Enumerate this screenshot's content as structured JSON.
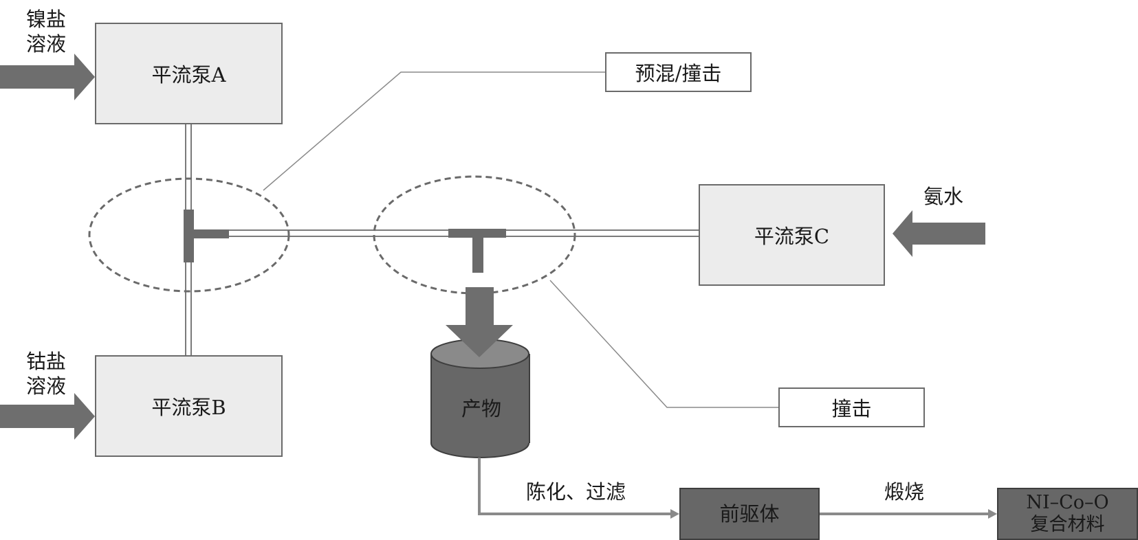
{
  "pumps": {
    "a": "平流泵A",
    "b": "平流泵B",
    "c": "平流泵C"
  },
  "inputs": {
    "nickel": "镍盐\n溶液",
    "cobalt": "钴盐\n溶液",
    "ammonia": "氨水"
  },
  "callouts": {
    "premix": "预混/撞击",
    "impact": "撞击"
  },
  "product": "产物",
  "steps": {
    "aging_filter": "陈化、过滤",
    "calcine": "煅烧"
  },
  "outputs": {
    "precursor": "前驱体",
    "composite_line1": "NI–Co–O",
    "composite_line2": "复合材料"
  },
  "colors": {
    "pump_fill": "#ececec",
    "dark_fill": "#676767",
    "arrow": "#6e6e6e",
    "pipe": "#8a8a8a"
  }
}
